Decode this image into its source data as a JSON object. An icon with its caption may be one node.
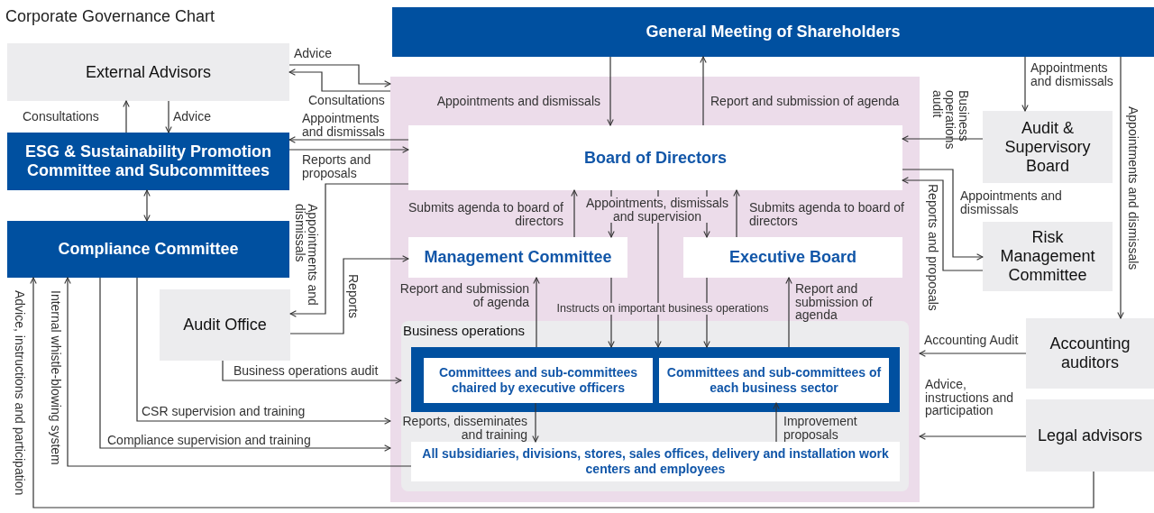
{
  "diagram": {
    "title": "Corporate Governance Chart",
    "nodes": [
      {
        "text": [
          "General Meeting of Shareholders"
        ]
      },
      {
        "text": [
          "External Advisors"
        ]
      },
      {
        "text": [
          "ESG & Sustainability Promotion Committee and Subcommittees"
        ]
      },
      {
        "text": [
          "Compliance Committee"
        ]
      },
      {
        "text": [
          "Audit Office"
        ]
      },
      {
        "text": [],
        "shape": "box"
      },
      {
        "text": [
          "Board of Directors"
        ],
        "in": 5
      },
      {
        "text": [
          "Management Committee"
        ],
        "in": 5
      },
      {
        "text": [
          "Executive Board"
        ],
        "in": 5
      },
      {
        "text": [
          "Business operations"
        ],
        "in": 5
      },
      {
        "text": [],
        "shape": "box",
        "in": 9
      },
      {
        "text": [
          "Committees and sub-committees chaired by executive officers"
        ],
        "in": 10
      },
      {
        "text": [
          "Committees and sub-committees of each business sector"
        ],
        "in": 10
      },
      {
        "text": [
          "All subsidiaries, divisions, stores, sales offices, delivery and installation work centers and employees"
        ],
        "in": 9
      },
      {
        "text": [
          "Audit & Supervisory Board"
        ]
      },
      {
        "text": [
          "Risk Management Committee"
        ]
      },
      {
        "text": [
          "Accounting auditors"
        ]
      },
      {
        "text": [
          "Legal advisors"
        ]
      }
    ],
    "edges": [
      {
        "from": 0,
        "to": 6,
        "arrow": "to",
        "label": "Appointments and dismissals"
      },
      {
        "from": 6,
        "to": 0,
        "arrow": "to",
        "label": "Report and submission of agenda"
      },
      {
        "from": 0,
        "to": 14,
        "arrow": "to",
        "label": "Appointments and dismissals"
      },
      {
        "from": 0,
        "to": 16,
        "arrow": "to",
        "label": "Appointments and dismissals"
      },
      {
        "from": 1,
        "to": 5,
        "arrow": "to",
        "label": "Advice"
      },
      {
        "from": 5,
        "to": 1,
        "arrow": "to",
        "label": "Consultations"
      },
      {
        "from": 2,
        "to": 1,
        "arrow": "to",
        "label": "Consultations"
      },
      {
        "from": 1,
        "to": 2,
        "arrow": "to",
        "label": "Advice"
      },
      {
        "from": 6,
        "to": 2,
        "arrow": "to",
        "label": "Appointments and dismissals"
      },
      {
        "from": 2,
        "to": 6,
        "arrow": "to",
        "label": "Reports and proposals"
      },
      {
        "from": 2,
        "to": 3,
        "arrow": "both"
      },
      {
        "from": 6,
        "to": 4,
        "arrow": "to",
        "label": "Appointments and dismissals"
      },
      {
        "from": 4,
        "to": 7,
        "arrow": "to",
        "label": "Reports"
      },
      {
        "from": 4,
        "to": 9,
        "arrow": "to",
        "label": "Business operations audit"
      },
      {
        "from": 3,
        "to": 5,
        "arrow": "to",
        "label": "CSR supervision and training"
      },
      {
        "from": 3,
        "to": 5,
        "arrow": "to",
        "label": "Compliance supervision and training"
      },
      {
        "from": 13,
        "to": 3,
        "arrow": "to",
        "label": "Internal whistle-blowing system"
      },
      {
        "from": 17,
        "to": 3,
        "arrow": "to",
        "label": "Advice, instructions and participation"
      },
      {
        "from": 14,
        "to": 6,
        "arrow": "to",
        "label": "Business operations audit"
      },
      {
        "from": 6,
        "to": 15,
        "arrow": "to",
        "label": "Appointments and dismissals"
      },
      {
        "from": 15,
        "to": 6,
        "arrow": "to",
        "label": "Reports and proposals"
      },
      {
        "from": 16,
        "to": 5,
        "arrow": "to",
        "label": "Accounting Audit"
      },
      {
        "from": 17,
        "to": 5,
        "arrow": "to",
        "label": "Advice, instructions and participation"
      },
      {
        "from": 7,
        "to": 6,
        "arrow": "to",
        "label": "Submits agenda to board of directors"
      },
      {
        "from": 8,
        "to": 6,
        "arrow": "to",
        "label": "Submits agenda to board of directors"
      },
      {
        "from": 6,
        "to": 7,
        "arrow": "to",
        "label": "Appointments, dismissals and supervision"
      },
      {
        "from": 6,
        "to": 8,
        "arrow": "to"
      },
      {
        "from": 6,
        "to": 10,
        "arrow": "to",
        "label": "Instructs on important business operations"
      },
      {
        "from": 7,
        "to": 10,
        "arrow": "to"
      },
      {
        "from": 8,
        "to": 10,
        "arrow": "to"
      },
      {
        "from": 10,
        "to": 7,
        "arrow": "to",
        "label": "Report and submission of agenda"
      },
      {
        "from": 10,
        "to": 8,
        "arrow": "to",
        "label": "Report and submission of agenda"
      },
      {
        "from": 11,
        "to": 13,
        "arrow": "to",
        "label": "Reports, disseminates and training"
      },
      {
        "from": 13,
        "to": 12,
        "arrow": "to",
        "label": "Improvement proposals"
      }
    ]
  }
}
